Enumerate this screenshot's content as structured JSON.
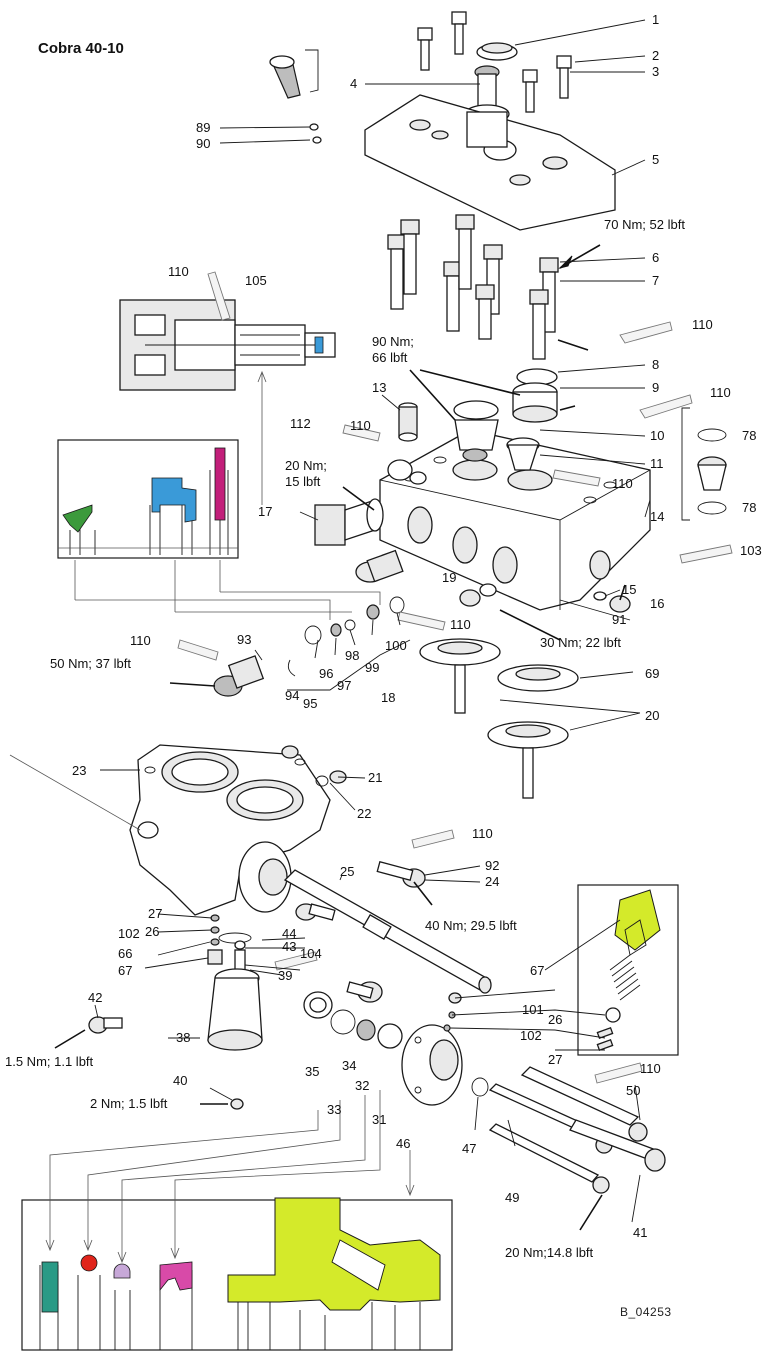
{
  "title": "Cobra 40-10",
  "drawing_code": "B_04253",
  "colors": {
    "seal_green": "#3c9a3c",
    "seal_blue": "#3a9ad8",
    "seal_magenta": "#c21f7a",
    "seal_teal": "#2a9a86",
    "seal_red": "#e0241b",
    "seal_lilac": "#c7a8d8",
    "seal_pink": "#d84aa8",
    "highlight_yellow": "#d4ea2a"
  },
  "part_labels": {
    "p1": "1",
    "p2": "2",
    "p3": "3",
    "p4": "4",
    "p5": "5",
    "p6": "6",
    "p7": "7",
    "p8": "8",
    "p9": "9",
    "p10": "10",
    "p11": "11",
    "p13": "13",
    "p14": "14",
    "p15": "15",
    "p16": "16",
    "p17": "17",
    "p18": "18",
    "p19": "19",
    "p20a": "20",
    "p21": "21",
    "p22": "22",
    "p23": "23",
    "p24": "24",
    "p25": "25",
    "p26a": "26",
    "p26b": "26",
    "p27a": "27",
    "p27b": "27",
    "p31": "31",
    "p32": "32",
    "p33": "33",
    "p34": "34",
    "p35": "35",
    "p38": "38",
    "p39": "39",
    "p40": "40",
    "p41": "41",
    "p42": "42",
    "p43": "43",
    "p44": "44",
    "p46": "46",
    "p47": "47",
    "p49": "49",
    "p50": "50",
    "p66": "66",
    "p67a": "67",
    "p67b": "67",
    "p69": "69",
    "p78a": "78",
    "p78b": "78",
    "p89": "89",
    "p90": "90",
    "p91": "91",
    "p92": "92",
    "p93": "93",
    "p94": "94",
    "p95": "95",
    "p96": "96",
    "p97": "97",
    "p98": "98",
    "p99": "99",
    "p100": "100",
    "p101": "101",
    "p102a": "102",
    "p102b": "102",
    "p103": "103",
    "p104": "104",
    "p105": "105",
    "p110a": "110",
    "p110b": "110",
    "p110c": "110",
    "p110d": "110",
    "p110e": "110",
    "p110f": "110",
    "p110g": "110",
    "p110h": "110",
    "p110i": "110",
    "p112": "112"
  },
  "torques": {
    "t70": "70 Nm; 52 lbft",
    "t90_line1": "90 Nm;",
    "t90_line2": "66 lbft",
    "t20a_line1": "20 Nm;",
    "t20a_line2": "15 lbft",
    "t30": "30 Nm; 22 lbft",
    "t50": "50 Nm; 37 lbft",
    "t40": "40 Nm; 29.5 lbft",
    "t1_5": "1.5 Nm; 1.1 lbft",
    "t2": "2 Nm; 1.5 lbft",
    "t20b": "20 Nm;14.8 lbft"
  }
}
